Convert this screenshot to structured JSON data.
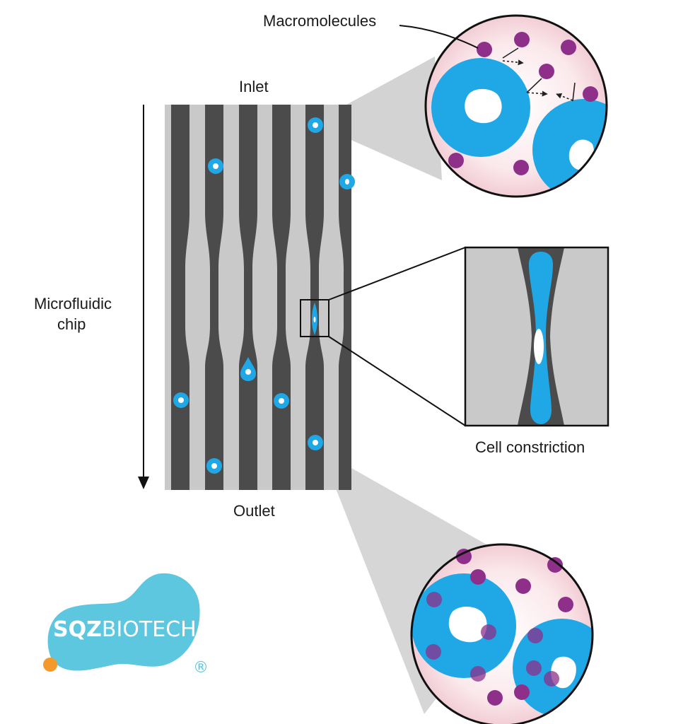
{
  "labels": {
    "macromolecules": "Macromolecules",
    "inlet": "Inlet",
    "outlet": "Outlet",
    "microfluidic_line1": "Microfluidic",
    "microfluidic_line2": "chip",
    "cell_constriction": "Cell constriction"
  },
  "logo": {
    "text_bold": "SQZ",
    "text_regular": "BIOTECH",
    "registered": "®"
  },
  "colors": {
    "channel_dark": "#4a4a4a",
    "chip_light": "#c8c8c8",
    "cell_blue": "#1fa7e6",
    "macromolecule_purple": "#8e2f8a",
    "zoom_background": "#f7dde3",
    "logo_blob": "#5cc7df",
    "logo_dot": "#f39a2b"
  }
}
